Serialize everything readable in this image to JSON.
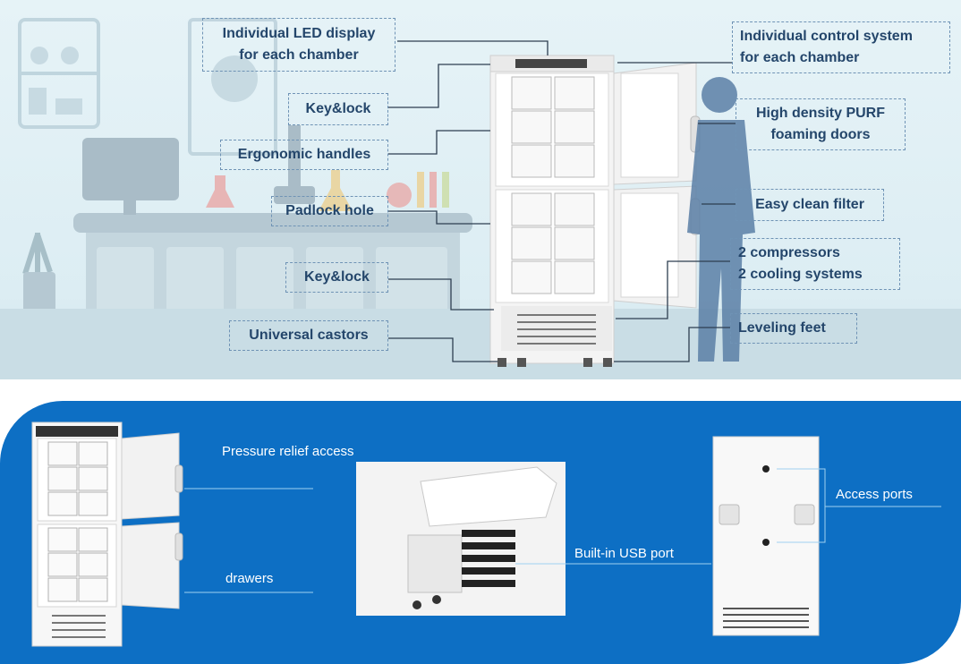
{
  "top_panel": {
    "callouts": {
      "led_display": "Individual  LED display\nfor each chamber",
      "key_lock_upper": "Key&lock",
      "ergonomic_handles": "Ergonomic handles",
      "padlock_hole": "Padlock hole",
      "key_lock_lower": "Key&lock",
      "universal_castors": "Universal castors",
      "control_system": "Individual control system\nfor each chamber",
      "purf_doors": "High density PURF\nfoaming doors",
      "easy_clean_filter": "Easy clean filter",
      "compressors": "2 compressors\n2 cooling systems",
      "leveling_feet": "Leveling feet"
    }
  },
  "bottom_panel": {
    "labels": {
      "pressure_relief": "Pressure relief access",
      "drawers": "drawers",
      "usb_port": "Built-in USB port",
      "access_ports": "Access ports"
    }
  },
  "colors": {
    "callout_text": "#24466b",
    "bottom_background": "#0d6fc4",
    "scene_background": "#e6f3f7",
    "person_silhouette": "#5b7fa6"
  }
}
